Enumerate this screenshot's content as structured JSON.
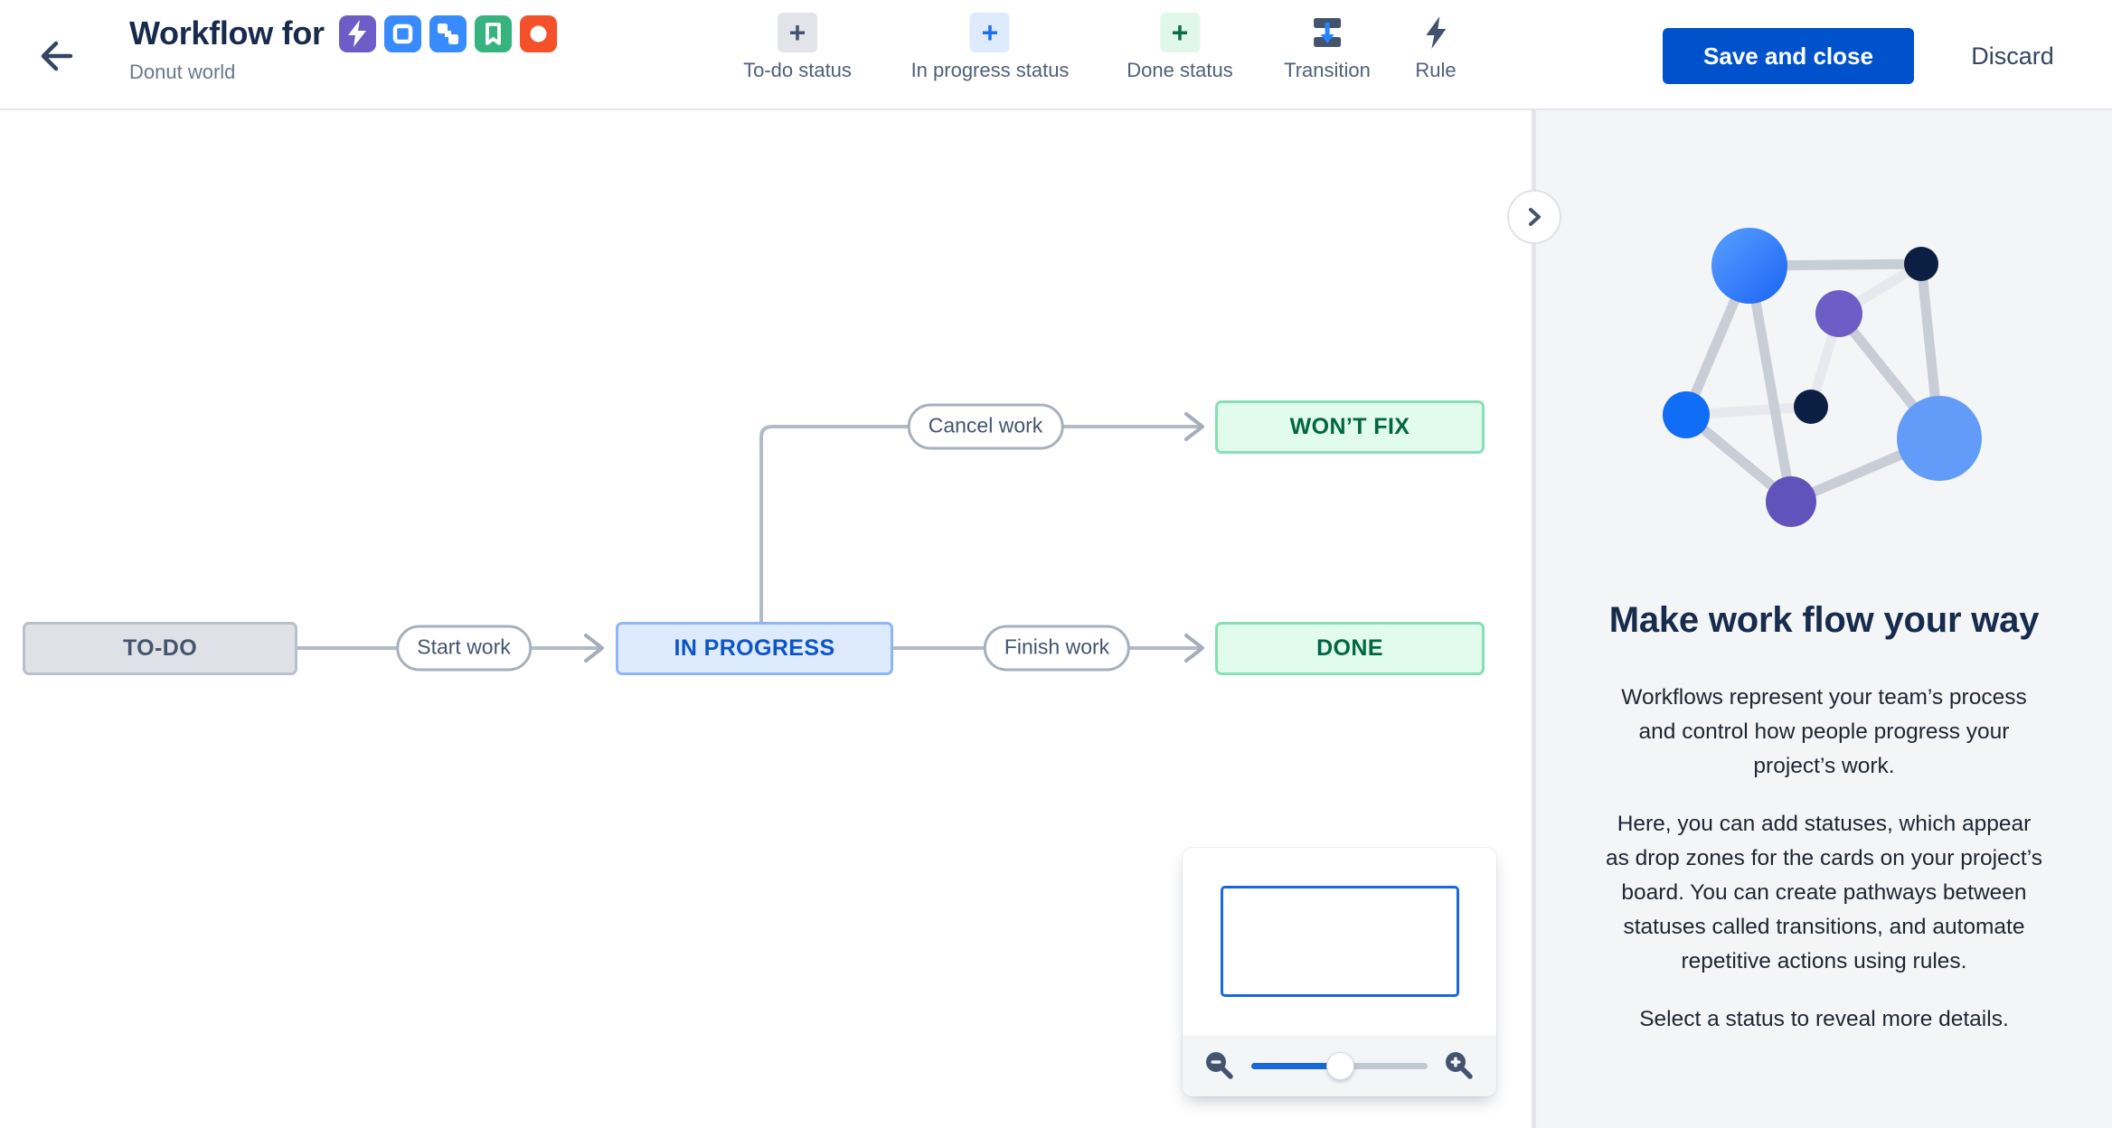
{
  "header": {
    "back": "back",
    "title": "Workflow for",
    "subtitle": "Donut world",
    "project_icons": [
      {
        "name": "bolt-icon",
        "color": "#6E5DC6"
      },
      {
        "name": "square-icon",
        "color": "#388BFF"
      },
      {
        "name": "blocks-icon",
        "color": "#388BFF"
      },
      {
        "name": "bookmark-icon",
        "color": "#36B37E"
      },
      {
        "name": "circle-icon",
        "color": "#F4502A"
      }
    ],
    "toolbar": {
      "items": [
        {
          "label": "To-do status",
          "icon": "plus-icon",
          "icon_bg": "#E2E4E9",
          "icon_fg": "#44546F"
        },
        {
          "label": "In progress status",
          "icon": "plus-icon",
          "icon_bg": "#DEEBFF",
          "icon_fg": "#1D6FEB"
        },
        {
          "label": "Done status",
          "icon": "plus-icon",
          "icon_bg": "#E0F7EA",
          "icon_fg": "#0A6E45"
        },
        {
          "label": "Transition",
          "icon": "transition-icon",
          "icon_bg": "transparent",
          "icon_fg": "#44546F"
        },
        {
          "label": "Rule",
          "icon": "lightning-icon",
          "icon_bg": "transparent",
          "icon_fg": "#42526E"
        }
      ]
    },
    "save_label": "Save and close",
    "discard_label": "Discard",
    "accent_color": "#0052CC"
  },
  "workflow": {
    "statuses": [
      {
        "label": "TO-DO",
        "category": "todo",
        "bg": "#DFE1E6",
        "text": "#44546F"
      },
      {
        "label": "IN PROGRESS",
        "category": "inprogress",
        "bg": "#DEEBFF",
        "text": "#0C55C9"
      },
      {
        "label": "DONE",
        "category": "done",
        "bg": "#E1FBED",
        "text": "#006644"
      },
      {
        "label": "WON’T FIX",
        "category": "done",
        "bg": "#E1FBED",
        "text": "#006644"
      }
    ],
    "transitions": [
      {
        "label": "Start work",
        "from": "TO-DO",
        "to": "IN PROGRESS"
      },
      {
        "label": "Finish work",
        "from": "IN PROGRESS",
        "to": "DONE"
      },
      {
        "label": "Cancel work",
        "from": "IN PROGRESS",
        "to": "WON’T FIX"
      }
    ]
  },
  "minimap": {
    "zoom_out": "zoom-out",
    "zoom_in": "zoom-in",
    "slider_value_pct": 50,
    "viewport_color": "#1868DB"
  },
  "panel": {
    "collapse": "collapse-panel",
    "heading": "Make work flow your way",
    "paragraphs": [
      "Workflows represent your team’s process and control how people progress your project’s work.",
      "Here, you can add statuses, which appear as drop zones for the cards on your project’s board. You can create pathways between statuses called transitions, and automate repetitive actions using rules.",
      "Select a status to reveal more details."
    ]
  }
}
